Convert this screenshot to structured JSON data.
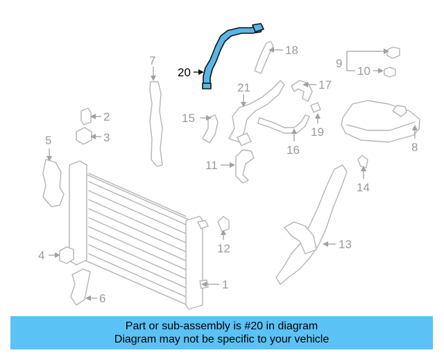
{
  "highlight_color": "#5ab6e6",
  "banner_color": "#5bc2f5",
  "callouts": [
    {
      "id": "1",
      "label": "1"
    },
    {
      "id": "2",
      "label": "2"
    },
    {
      "id": "3",
      "label": "3"
    },
    {
      "id": "4",
      "label": "4"
    },
    {
      "id": "5",
      "label": "5"
    },
    {
      "id": "6",
      "label": "6"
    },
    {
      "id": "7",
      "label": "7"
    },
    {
      "id": "8",
      "label": "8"
    },
    {
      "id": "9",
      "label": "9"
    },
    {
      "id": "10",
      "label": "10"
    },
    {
      "id": "11",
      "label": "11"
    },
    {
      "id": "12",
      "label": "12"
    },
    {
      "id": "13",
      "label": "13"
    },
    {
      "id": "14",
      "label": "14"
    },
    {
      "id": "15",
      "label": "15"
    },
    {
      "id": "16",
      "label": "16"
    },
    {
      "id": "17",
      "label": "17"
    },
    {
      "id": "18",
      "label": "18"
    },
    {
      "id": "19",
      "label": "19"
    },
    {
      "id": "20",
      "label": "20"
    },
    {
      "id": "21",
      "label": "21"
    }
  ],
  "banner": {
    "line1": "Part or sub-assembly is #20 in diagram",
    "line2": "Diagram may not be specific to your vehicle"
  }
}
